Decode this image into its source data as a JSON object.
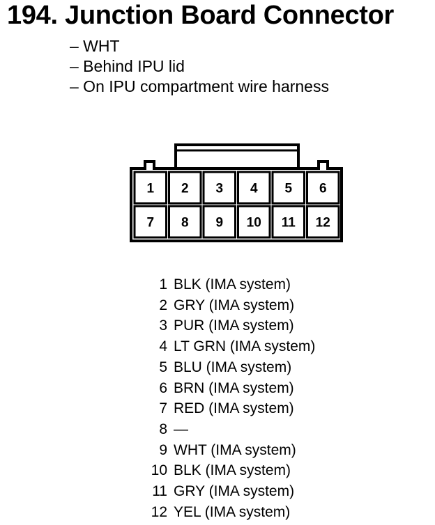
{
  "title": "194. Junction Board Connector",
  "notes": [
    "– WHT",
    "– Behind IPU lid",
    "– On IPU compartment wire harness"
  ],
  "connector": {
    "pins_top": [
      "1",
      "2",
      "3",
      "4",
      "5",
      "6"
    ],
    "pins_bottom": [
      "7",
      "8",
      "9",
      "10",
      "11",
      "12"
    ]
  },
  "wires": [
    {
      "pin": "1",
      "desc": "BLK (IMA system)"
    },
    {
      "pin": "2",
      "desc": "GRY (IMA system)"
    },
    {
      "pin": "3",
      "desc": "PUR (IMA system)"
    },
    {
      "pin": "4",
      "desc": "LT GRN (IMA system)"
    },
    {
      "pin": "5",
      "desc": "BLU (IMA system)"
    },
    {
      "pin": "6",
      "desc": "BRN (IMA system)"
    },
    {
      "pin": "7",
      "desc": "RED (IMA system)"
    },
    {
      "pin": "8",
      "desc": "—"
    },
    {
      "pin": "9",
      "desc": "WHT (IMA system)"
    },
    {
      "pin": "10",
      "desc": "BLK (IMA system)"
    },
    {
      "pin": "11",
      "desc": "GRY (IMA system)"
    },
    {
      "pin": "12",
      "desc": "YEL (IMA system)"
    }
  ]
}
